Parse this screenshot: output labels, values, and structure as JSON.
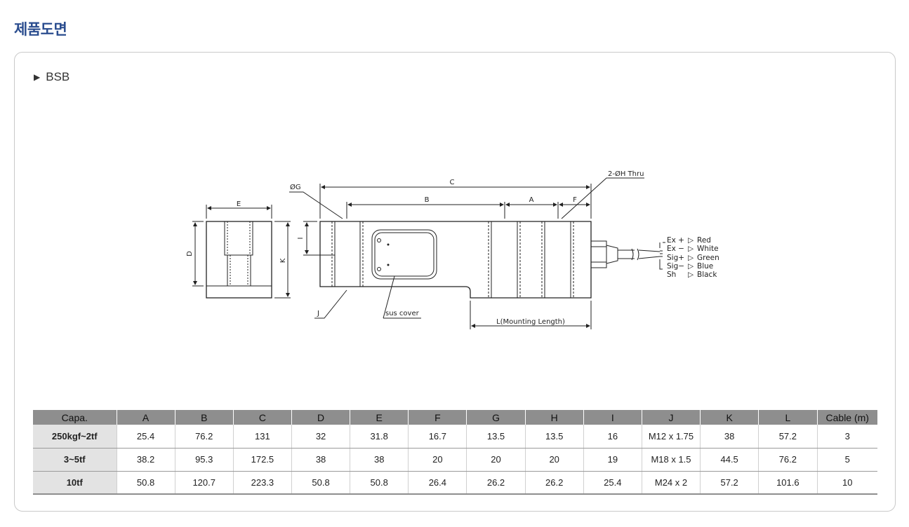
{
  "page_title": "제품도면",
  "model": {
    "arrow": "▶",
    "name": "BSB"
  },
  "drawing": {
    "labels": {
      "E": "E",
      "D": "D",
      "K": "K",
      "I": "I",
      "G": "ØG",
      "J": "J",
      "C": "C",
      "B": "B",
      "A": "A",
      "F": "F",
      "H": "2-ØH Thru",
      "sus": "sus cover",
      "L": "L(Mounting Length)"
    },
    "wires": [
      {
        "signal": "Ex  +",
        "color": "Red"
      },
      {
        "signal": "Ex  −",
        "color": "White"
      },
      {
        "signal": "Sig+",
        "color": "Green"
      },
      {
        "signal": "Sig−",
        "color": "Blue"
      },
      {
        "signal": "Sh",
        "color": "Black"
      }
    ],
    "wire_arrow": "▷"
  },
  "table": {
    "headers": [
      "Capa.",
      "A",
      "B",
      "C",
      "D",
      "E",
      "F",
      "G",
      "H",
      "I",
      "J",
      "K",
      "L",
      "Cable (m)"
    ],
    "rows": [
      [
        "250kgf~2tf",
        "25.4",
        "76.2",
        "131",
        "32",
        "31.8",
        "16.7",
        "13.5",
        "13.5",
        "16",
        "M12 x 1.75",
        "38",
        "57.2",
        "3"
      ],
      [
        "3~5tf",
        "38.2",
        "95.3",
        "172.5",
        "38",
        "38",
        "20",
        "20",
        "20",
        "19",
        "M18 x 1.5",
        "44.5",
        "76.2",
        "5"
      ],
      [
        "10tf",
        "50.8",
        "120.7",
        "223.3",
        "50.8",
        "50.8",
        "26.4",
        "26.2",
        "26.2",
        "25.4",
        "M24 x 2",
        "57.2",
        "101.6",
        "10"
      ]
    ]
  }
}
